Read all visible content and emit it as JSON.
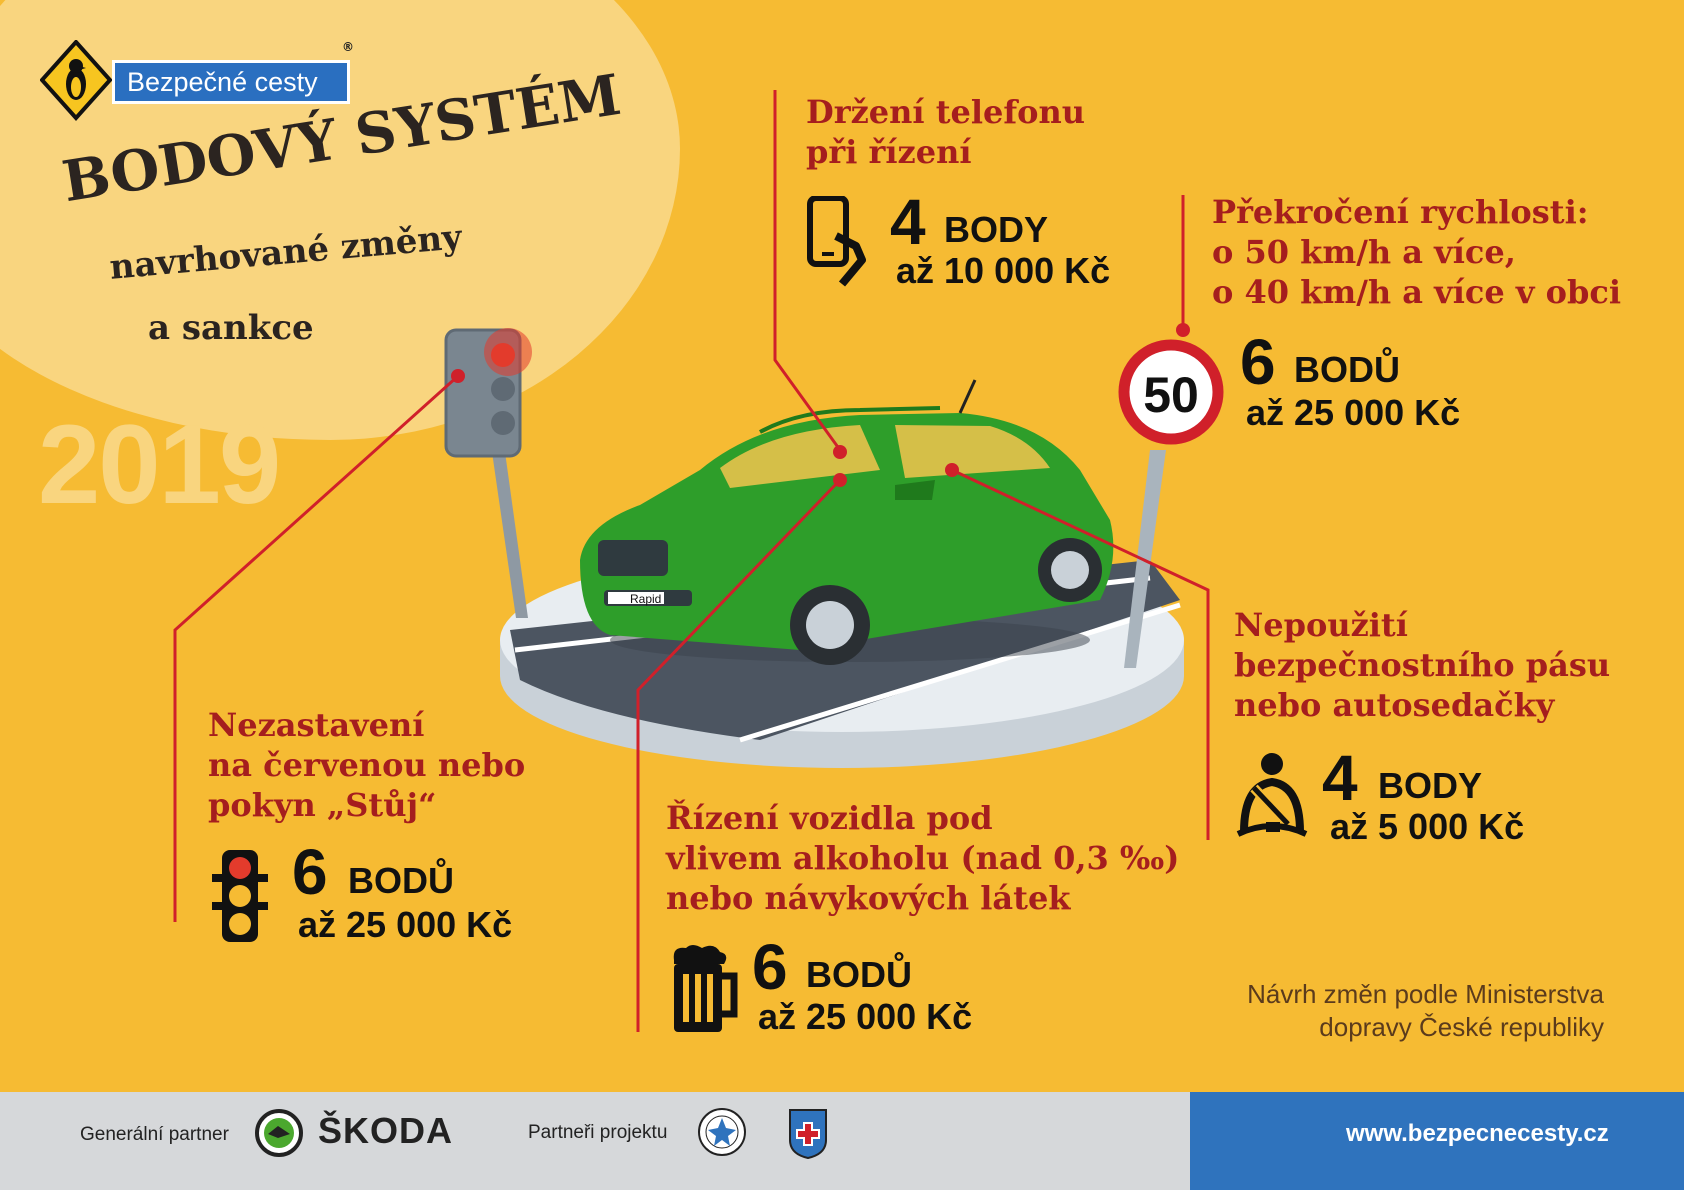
{
  "brand": {
    "name": "Bezpečné cesty",
    "reg_mark": "®"
  },
  "title": "BODOVÝ SYSTÉM",
  "subtitle_line1": "navrhované změny",
  "subtitle_line2": "a sankce",
  "year": "2019",
  "offenses": [
    {
      "id": "phone",
      "heading": [
        "Držení telefonu",
        "při řízení"
      ],
      "points": "4",
      "points_unit": "BODY",
      "fine": "až 10 000 Kč",
      "icon": "phone-hand-icon"
    },
    {
      "id": "speed",
      "heading": [
        "Překročení rychlosti:",
        "o 50 km/h a více,",
        "o 40 km/h a více v obci"
      ],
      "points": "6",
      "points_unit": "BODŮ",
      "fine": "až 25 000 Kč",
      "icon": "speed-limit-sign-icon",
      "sign_value": "50"
    },
    {
      "id": "red-light",
      "heading": [
        "Nezastavení",
        "na červenou nebo",
        "pokyn „Stůj“"
      ],
      "points": "6",
      "points_unit": "BODŮ",
      "fine": "až 25 000 Kč",
      "icon": "traffic-light-icon"
    },
    {
      "id": "alcohol",
      "heading": [
        "Řízení vozidla pod",
        "vlivem alkoholu (nad 0,3 ‰)",
        "nebo návykových látek"
      ],
      "points": "6",
      "points_unit": "BODŮ",
      "fine": "až 25 000 Kč",
      "icon": "beer-mug-icon"
    },
    {
      "id": "seatbelt",
      "heading": [
        "Nepoužití",
        "bezpečnostního pásu",
        "nebo autosedačky"
      ],
      "points": "4",
      "points_unit": "BODY",
      "fine": "až 5 000 Kč",
      "icon": "seatbelt-icon"
    }
  ],
  "car_badge": "Rapid",
  "note": [
    "Návrh změn podle Ministerstva",
    "dopravy České republiky"
  ],
  "footer": {
    "general_partner_label": "Generální partner",
    "general_partner_name": "ŠKODA",
    "partners_label": "Partneři projektu",
    "url": "www.bezpecnecesty.cz"
  },
  "colors": {
    "background": "#F6BB33",
    "heading": "#A51E1E",
    "brand_blue": "#2A6FC0",
    "car_green": "#2E9E2A",
    "pointer_line": "#D0202A"
  }
}
